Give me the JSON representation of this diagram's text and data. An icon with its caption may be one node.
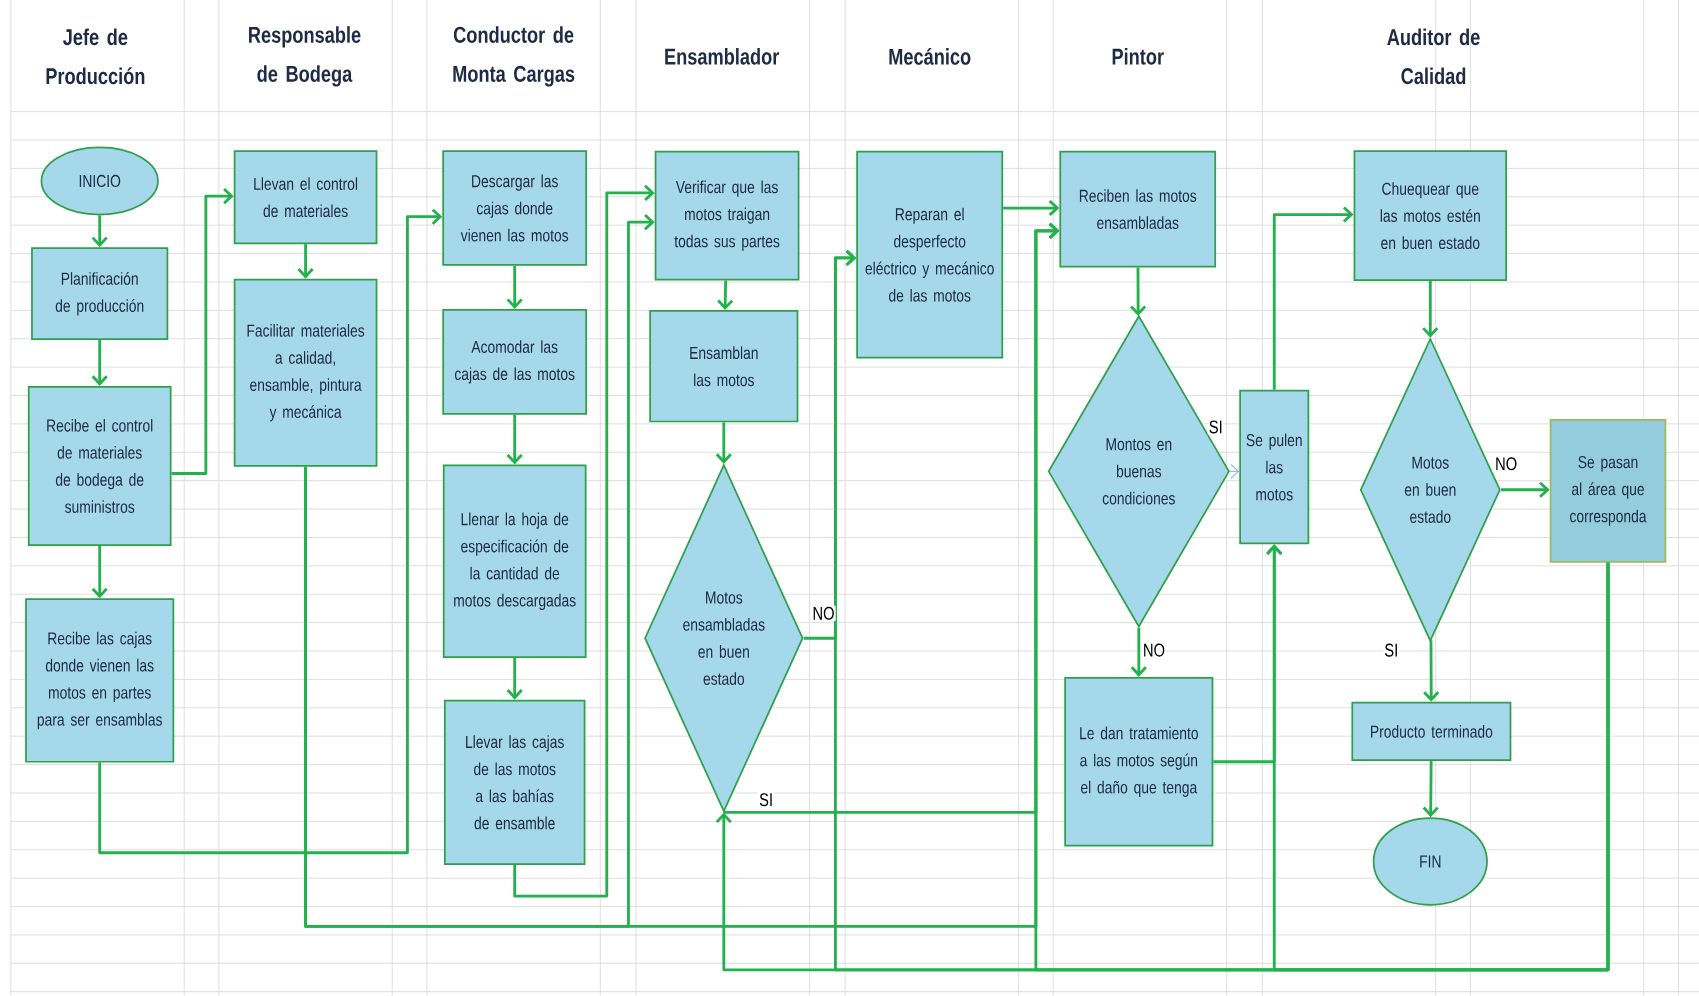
{
  "diagram": {
    "nodes": [
      {
        "text": [
          "INICIO"
        ]
      },
      {
        "text": [
          "Planificación de producción"
        ]
      },
      {
        "text": [
          "Recibe el control de materiales de bodega de suministros"
        ]
      },
      {
        "text": [
          "Recibe las cajas donde vienen las motos en partes para ser ensamblas"
        ]
      },
      {
        "text": [
          "Llevan el control de materiales"
        ]
      },
      {
        "text": [
          "Facilitar materiales a calidad, ensamble, pintura y mecánica"
        ]
      },
      {
        "text": [
          "Descargar las cajas donde vienen las motos"
        ]
      },
      {
        "text": [
          "Acomodar las cajas de las motos"
        ]
      },
      {
        "text": [
          "Llenar la hoja de especificación de la cantidad de motos descargadas"
        ]
      },
      {
        "text": [
          "Llevar las cajas de las motos a las bahías de ensamble"
        ]
      },
      {
        "text": [
          "Verificar que las motos traigan todas sus partes"
        ]
      },
      {
        "text": [
          "Ensamblan las motos"
        ]
      },
      {
        "text": [
          "Motos ensambladas en buen estado"
        ]
      },
      {
        "text": [
          "Reparan el desperfecto eléctrico y mecánico de las motos"
        ]
      },
      {
        "text": [
          "Reciben las motos ensambladas"
        ]
      },
      {
        "text": [
          "Montos en buenas condiciones"
        ]
      },
      {
        "text": [
          "Le dan tratamiento a las motos según el daño que tenga"
        ]
      },
      {
        "text": [
          "Se pulen las motos"
        ]
      },
      {
        "text": [
          "Chuequear que las motos estén en buen estado"
        ]
      },
      {
        "text": [
          "Motos en buen estado"
        ]
      },
      {
        "text": [
          "Se pasan al área que corresponda"
        ]
      },
      {
        "text": [
          "Producto terminado"
        ]
      },
      {
        "text": [
          "FIN"
        ]
      }
    ],
    "edges": [
      {
        "from": 0,
        "to": 1,
        "arrow": "to"
      },
      {
        "from": 1,
        "to": 2,
        "arrow": "to"
      },
      {
        "from": 2,
        "to": 3,
        "arrow": "to"
      },
      {
        "from": 2,
        "to": 4,
        "arrow": "to"
      },
      {
        "from": 4,
        "to": 5,
        "arrow": "to"
      },
      {
        "from": 3,
        "to": 6,
        "arrow": "to"
      },
      {
        "from": 6,
        "to": 7,
        "arrow": "to"
      },
      {
        "from": 7,
        "to": 8,
        "arrow": "to"
      },
      {
        "from": 8,
        "to": 9,
        "arrow": "to"
      },
      {
        "from": 9,
        "to": 10,
        "arrow": "to"
      },
      {
        "from": 5,
        "to": 10,
        "arrow": "to"
      },
      {
        "from": 5,
        "to": 14,
        "arrow": "to"
      },
      {
        "from": 10,
        "to": 11,
        "arrow": "to"
      },
      {
        "from": 11,
        "to": 12,
        "arrow": "to"
      },
      {
        "from": 12,
        "to": 13,
        "arrow": "to",
        "label": "NO"
      },
      {
        "from": 12,
        "to": 14,
        "arrow": "to",
        "label": "SI"
      },
      {
        "from": 13,
        "to": 14,
        "arrow": "to"
      },
      {
        "from": 14,
        "to": 15,
        "arrow": "to"
      },
      {
        "from": 15,
        "to": 17,
        "arrow": "to",
        "label": "SI",
        "color": "#8eb4e3"
      },
      {
        "from": 15,
        "to": 16,
        "arrow": "to",
        "label": "NO"
      },
      {
        "from": 16,
        "to": 17,
        "arrow": "to"
      },
      {
        "from": 17,
        "to": 18,
        "arrow": "to"
      },
      {
        "from": 18,
        "to": 19,
        "arrow": "to"
      },
      {
        "from": 19,
        "to": 20,
        "arrow": "to",
        "label": "NO"
      },
      {
        "from": 19,
        "to": 21,
        "arrow": "to",
        "label": "SI"
      },
      {
        "from": 21,
        "to": 22,
        "arrow": "to"
      },
      {
        "from": 20,
        "to": 12,
        "arrow": "to"
      },
      {
        "from": 20,
        "to": 13,
        "arrow": "to"
      },
      {
        "from": 20,
        "to": 17,
        "arrow": "to"
      },
      {
        "from": 20,
        "to": 14,
        "arrow": "to"
      }
    ],
    "labels": [
      "Jefe de Producción",
      "Responsable de Bodega",
      "Conductor de Monta Cargas",
      "Ensamblador",
      "Mecánico",
      "Pintor",
      "Auditor de Calidad"
    ]
  }
}
